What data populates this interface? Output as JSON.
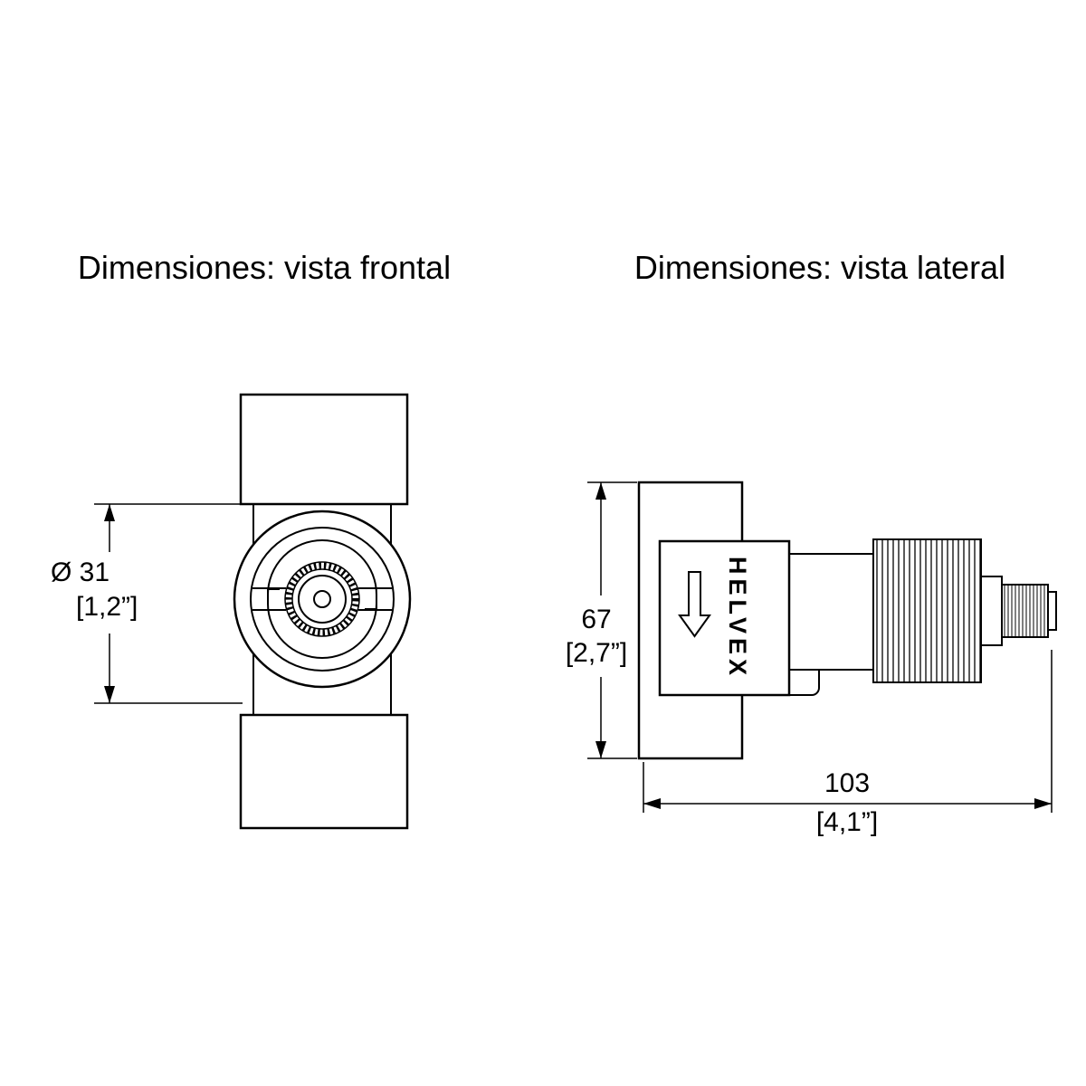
{
  "titles": {
    "frontal": "Dimensiones: vista frontal",
    "lateral": "Dimensiones: vista lateral"
  },
  "frontal_view": {
    "diameter_label": "Ø 31",
    "diameter_inches": "[1,2”]"
  },
  "lateral_view": {
    "brand": "HELVEX",
    "height_label": "67",
    "height_inches": "[2,7”]",
    "width_label": "103",
    "width_inches": "[4,1”]"
  },
  "colors": {
    "line": "#000000",
    "background": "#ffffff"
  }
}
